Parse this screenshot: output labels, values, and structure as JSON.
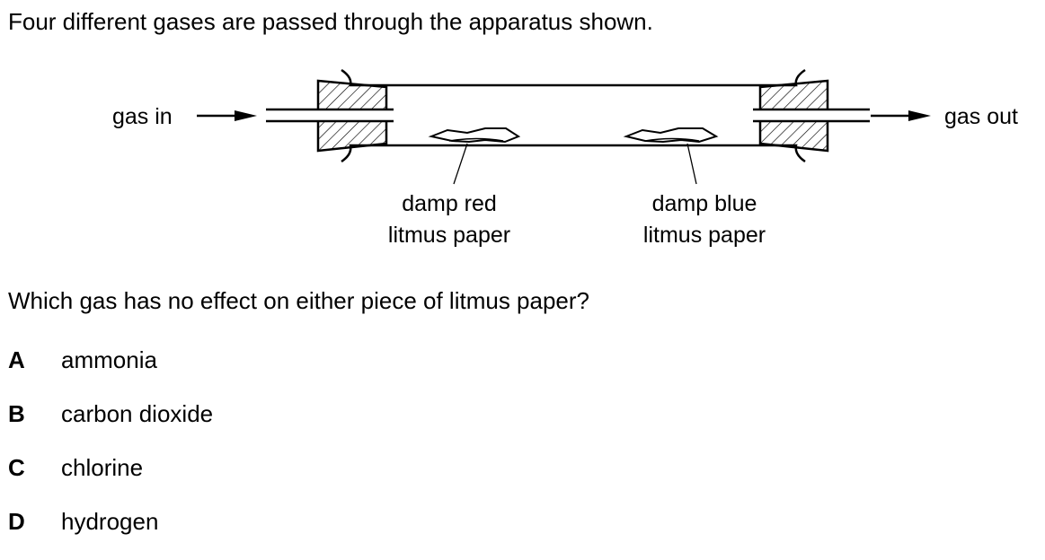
{
  "intro": "Four different gases are passed through the apparatus shown.",
  "diagram": {
    "gas_in_label": "gas in",
    "gas_out_label": "gas out",
    "red_paper_label_line1": "damp red",
    "red_paper_label_line2": "litmus paper",
    "blue_paper_label_line1": "damp blue",
    "blue_paper_label_line2": "litmus paper"
  },
  "question": "Which gas has no effect on either piece of litmus paper?",
  "options": [
    {
      "letter": "A",
      "text": "ammonia"
    },
    {
      "letter": "B",
      "text": "carbon dioxide"
    },
    {
      "letter": "C",
      "text": "chlorine"
    },
    {
      "letter": "D",
      "text": "hydrogen"
    }
  ]
}
